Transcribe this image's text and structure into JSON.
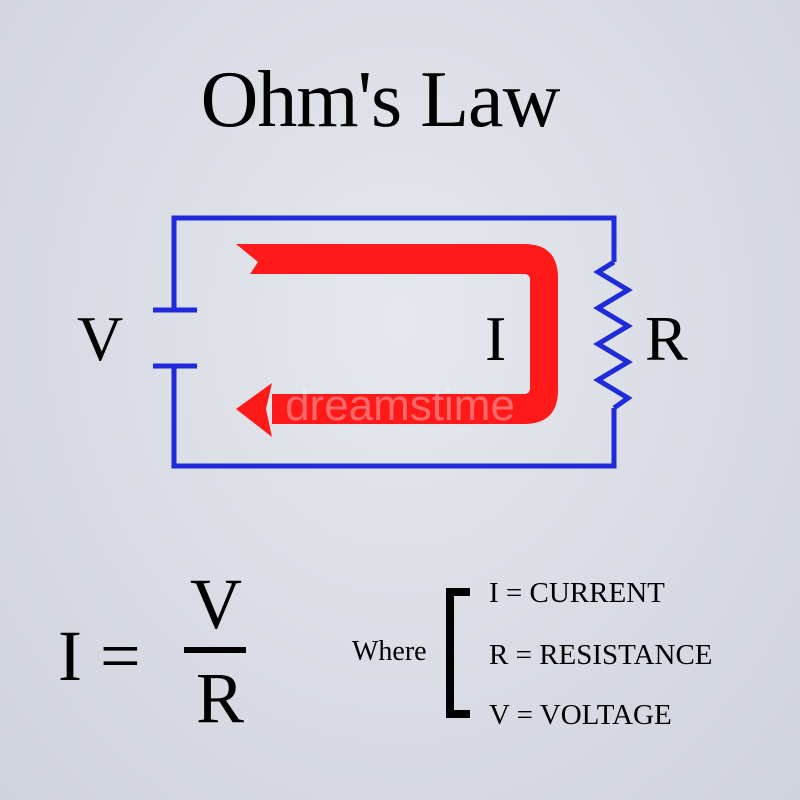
{
  "title": "Ohm's Law",
  "circuit": {
    "voltage_label": "V",
    "current_label": "I",
    "resistance_label": "R",
    "wire_color": "#1f2bdb",
    "current_arrow_color": "#ff1a1a"
  },
  "formula": {
    "lhs": "I =",
    "numerator": "V",
    "denominator": "R"
  },
  "legend": {
    "where_label": "Where",
    "items": [
      "I = CURRENT",
      "R = RESISTANCE",
      "V = VOLTAGE"
    ]
  },
  "watermark": "dreamstime"
}
